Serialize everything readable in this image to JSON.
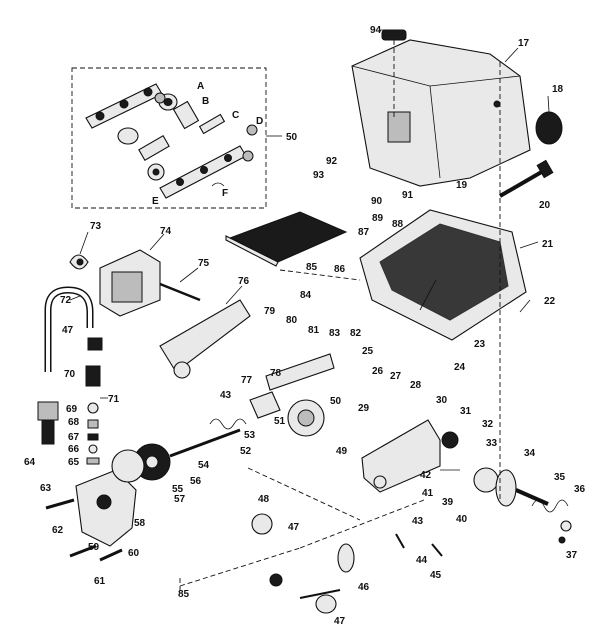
{
  "diagram": {
    "part_labels": [
      "94",
      "17",
      "18",
      "50",
      "A",
      "B",
      "C",
      "D",
      "E",
      "F",
      "92",
      "93",
      "90",
      "91",
      "19",
      "89",
      "88",
      "87",
      "20",
      "21",
      "73",
      "74",
      "75",
      "86",
      "85",
      "84",
      "22",
      "76",
      "79",
      "80",
      "81",
      "83",
      "82",
      "72",
      "47",
      "25",
      "23",
      "24",
      "70",
      "69",
      "71",
      "77",
      "78",
      "43",
      "26",
      "27",
      "28",
      "68",
      "67",
      "66",
      "65",
      "51",
      "50",
      "29",
      "30",
      "31",
      "32",
      "64",
      "53",
      "52",
      "49",
      "54",
      "55",
      "56",
      "57",
      "48",
      "42",
      "33",
      "34",
      "35",
      "36",
      "63",
      "58",
      "41",
      "39",
      "40",
      "62",
      "47",
      "43",
      "44",
      "59",
      "60",
      "61",
      "45",
      "37",
      "46",
      "47",
      "85"
    ]
  }
}
